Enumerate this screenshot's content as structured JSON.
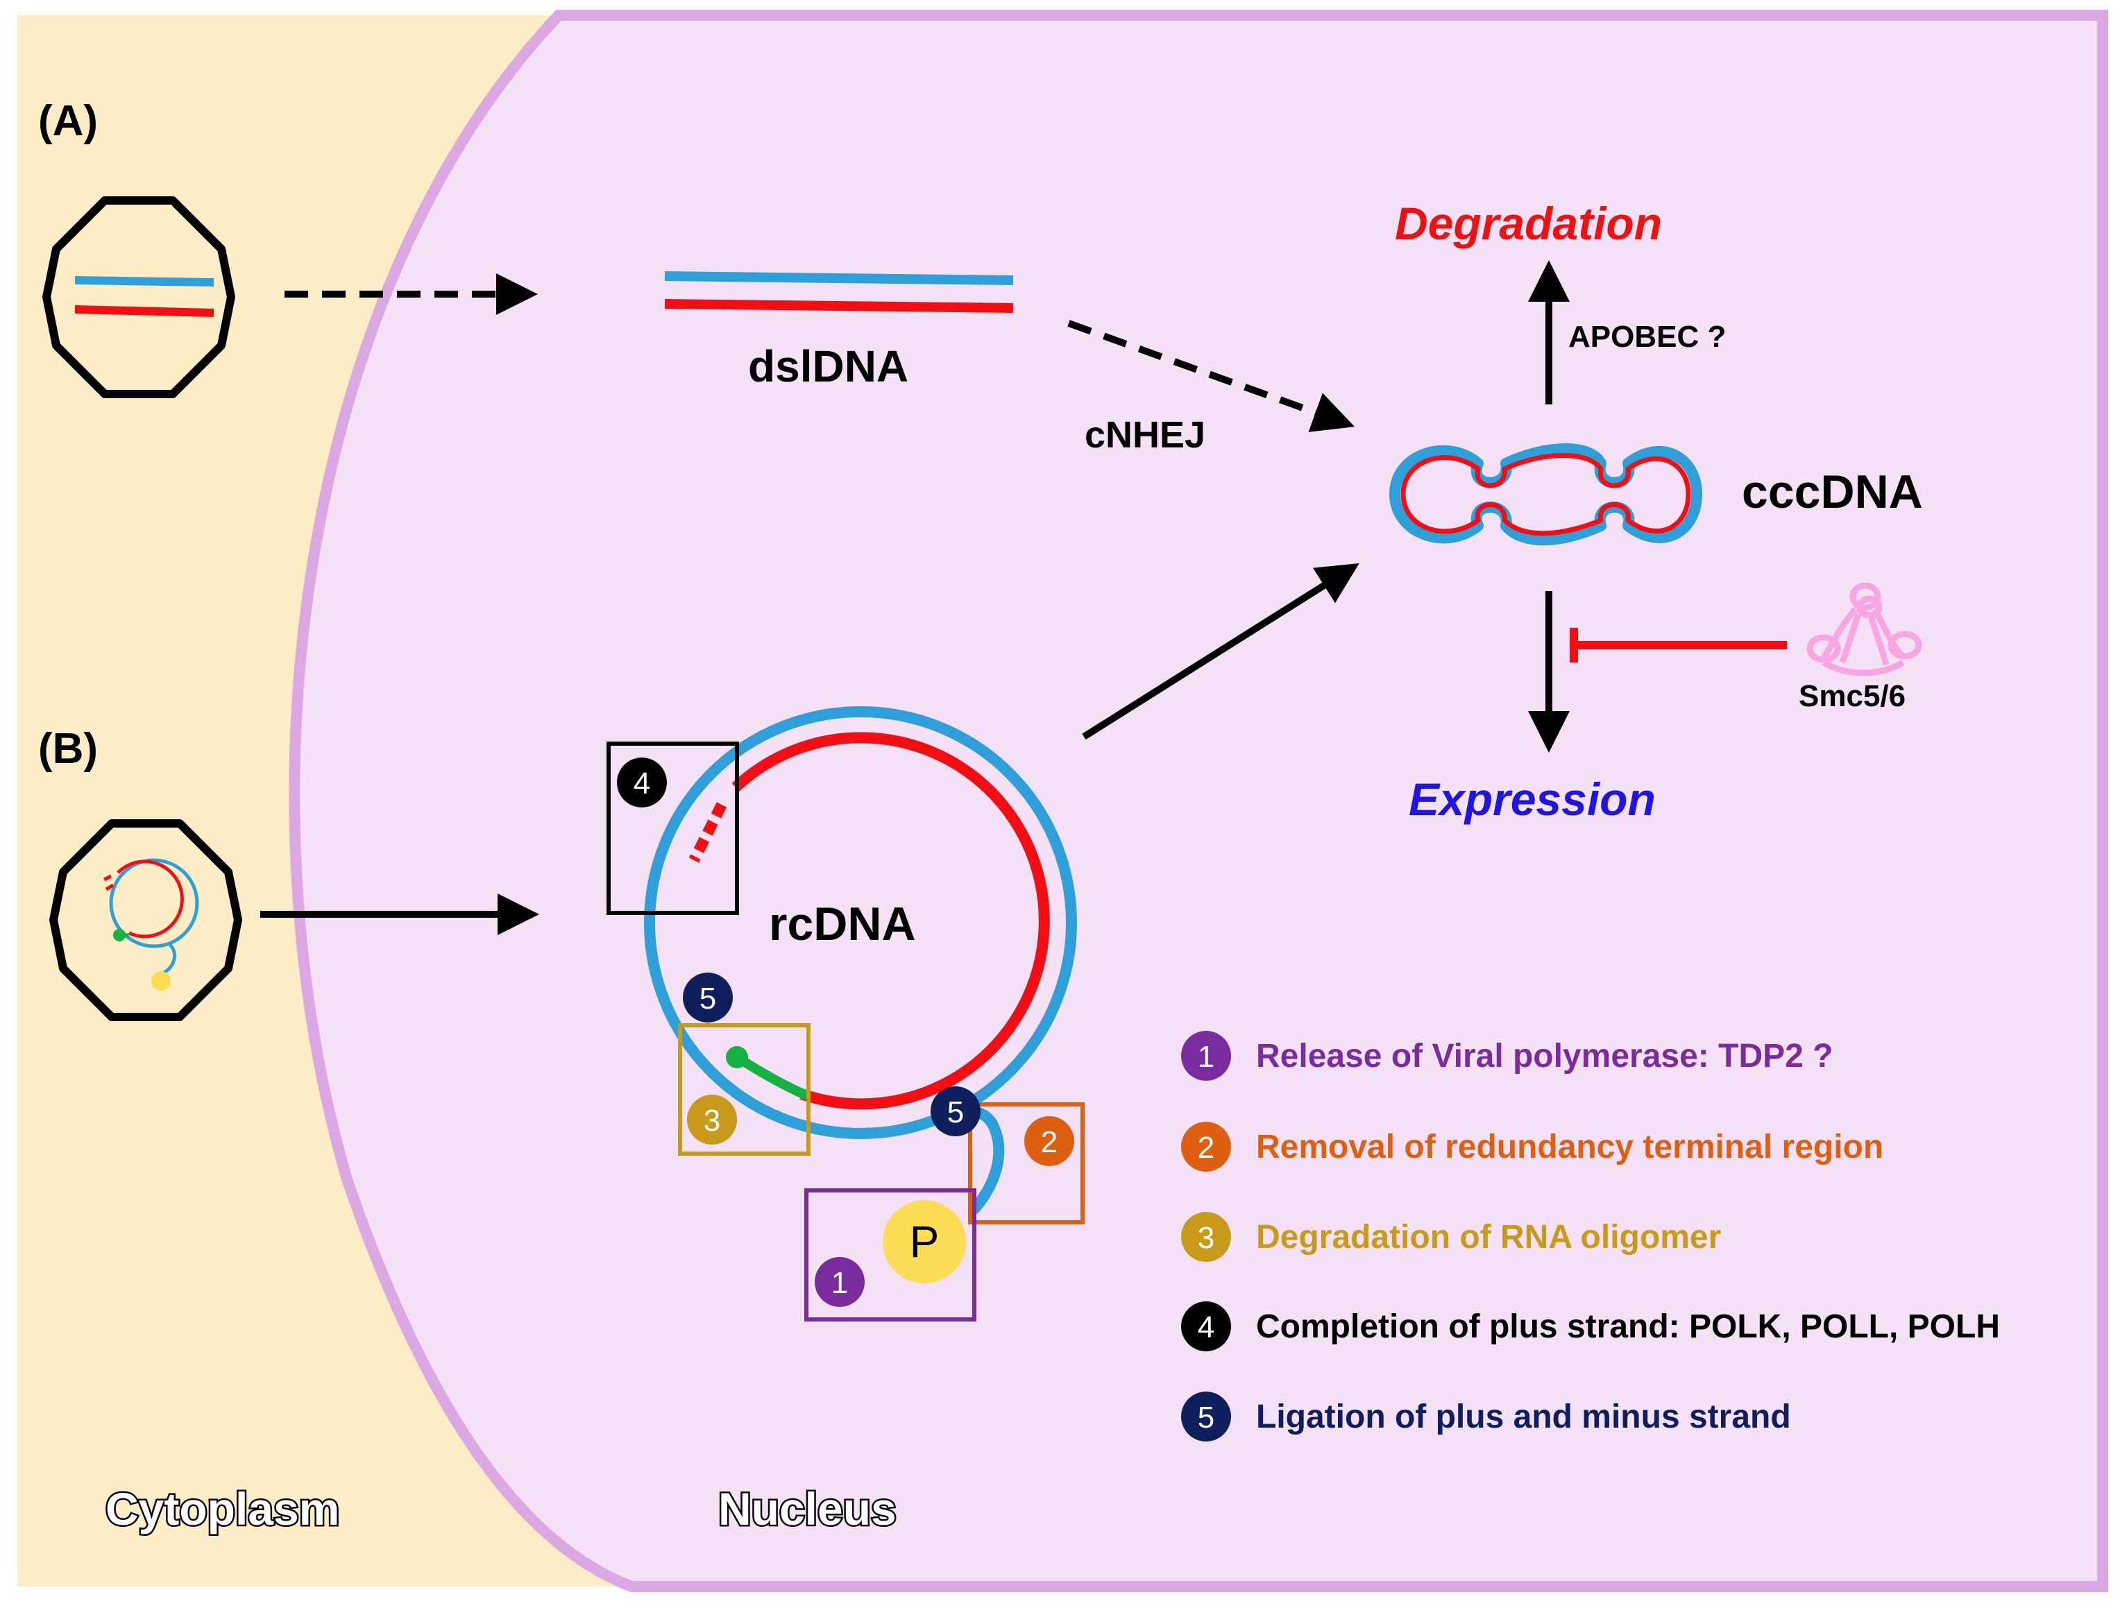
{
  "colors": {
    "cytoplasm": "#fcedc7",
    "nucleus": "#f5e1f6",
    "membrane": "#dba8e4",
    "plus_strand": "#2e9fd8",
    "minus_strand": "#f20f14",
    "rna_primer": "#16b140",
    "polymerase": "#fddc55",
    "smc": "#f8a6e2",
    "degradation_text": "#ee1111",
    "expression_text": "#1f15e0",
    "step1": "#7a2c9e",
    "step2": "#df5f10",
    "step3": "#c89a1a",
    "step4": "#000000",
    "step5": "#0f1e5c"
  },
  "panels": {
    "a_label": "(A)",
    "b_label": "(B)"
  },
  "molecules": {
    "dsldna": "dslDNA",
    "rcdna": "rcDNA",
    "cccdna": "cccDNA",
    "polymerase": "P"
  },
  "pathway": {
    "cnhej": "cNHEJ",
    "apobec": "APOBEC ?",
    "smc": "Smc5/6",
    "smc_icon": "smc5-6-complex-icon",
    "degradation": "Degradation",
    "expression": "Expression"
  },
  "compartments": {
    "cytoplasm": "Cytoplasm",
    "nucleus": "Nucleus"
  },
  "steps": [
    {
      "num": "1",
      "text": "Release of Viral polymerase: TDP2 ?"
    },
    {
      "num": "2",
      "text": "Removal of redundancy terminal region"
    },
    {
      "num": "3",
      "text": "Degradation of RNA oligomer"
    },
    {
      "num": "4",
      "text": "Completion of plus strand: POLK, POLL, POLH"
    },
    {
      "num": "5",
      "text": "Ligation of plus and minus strand"
    }
  ]
}
